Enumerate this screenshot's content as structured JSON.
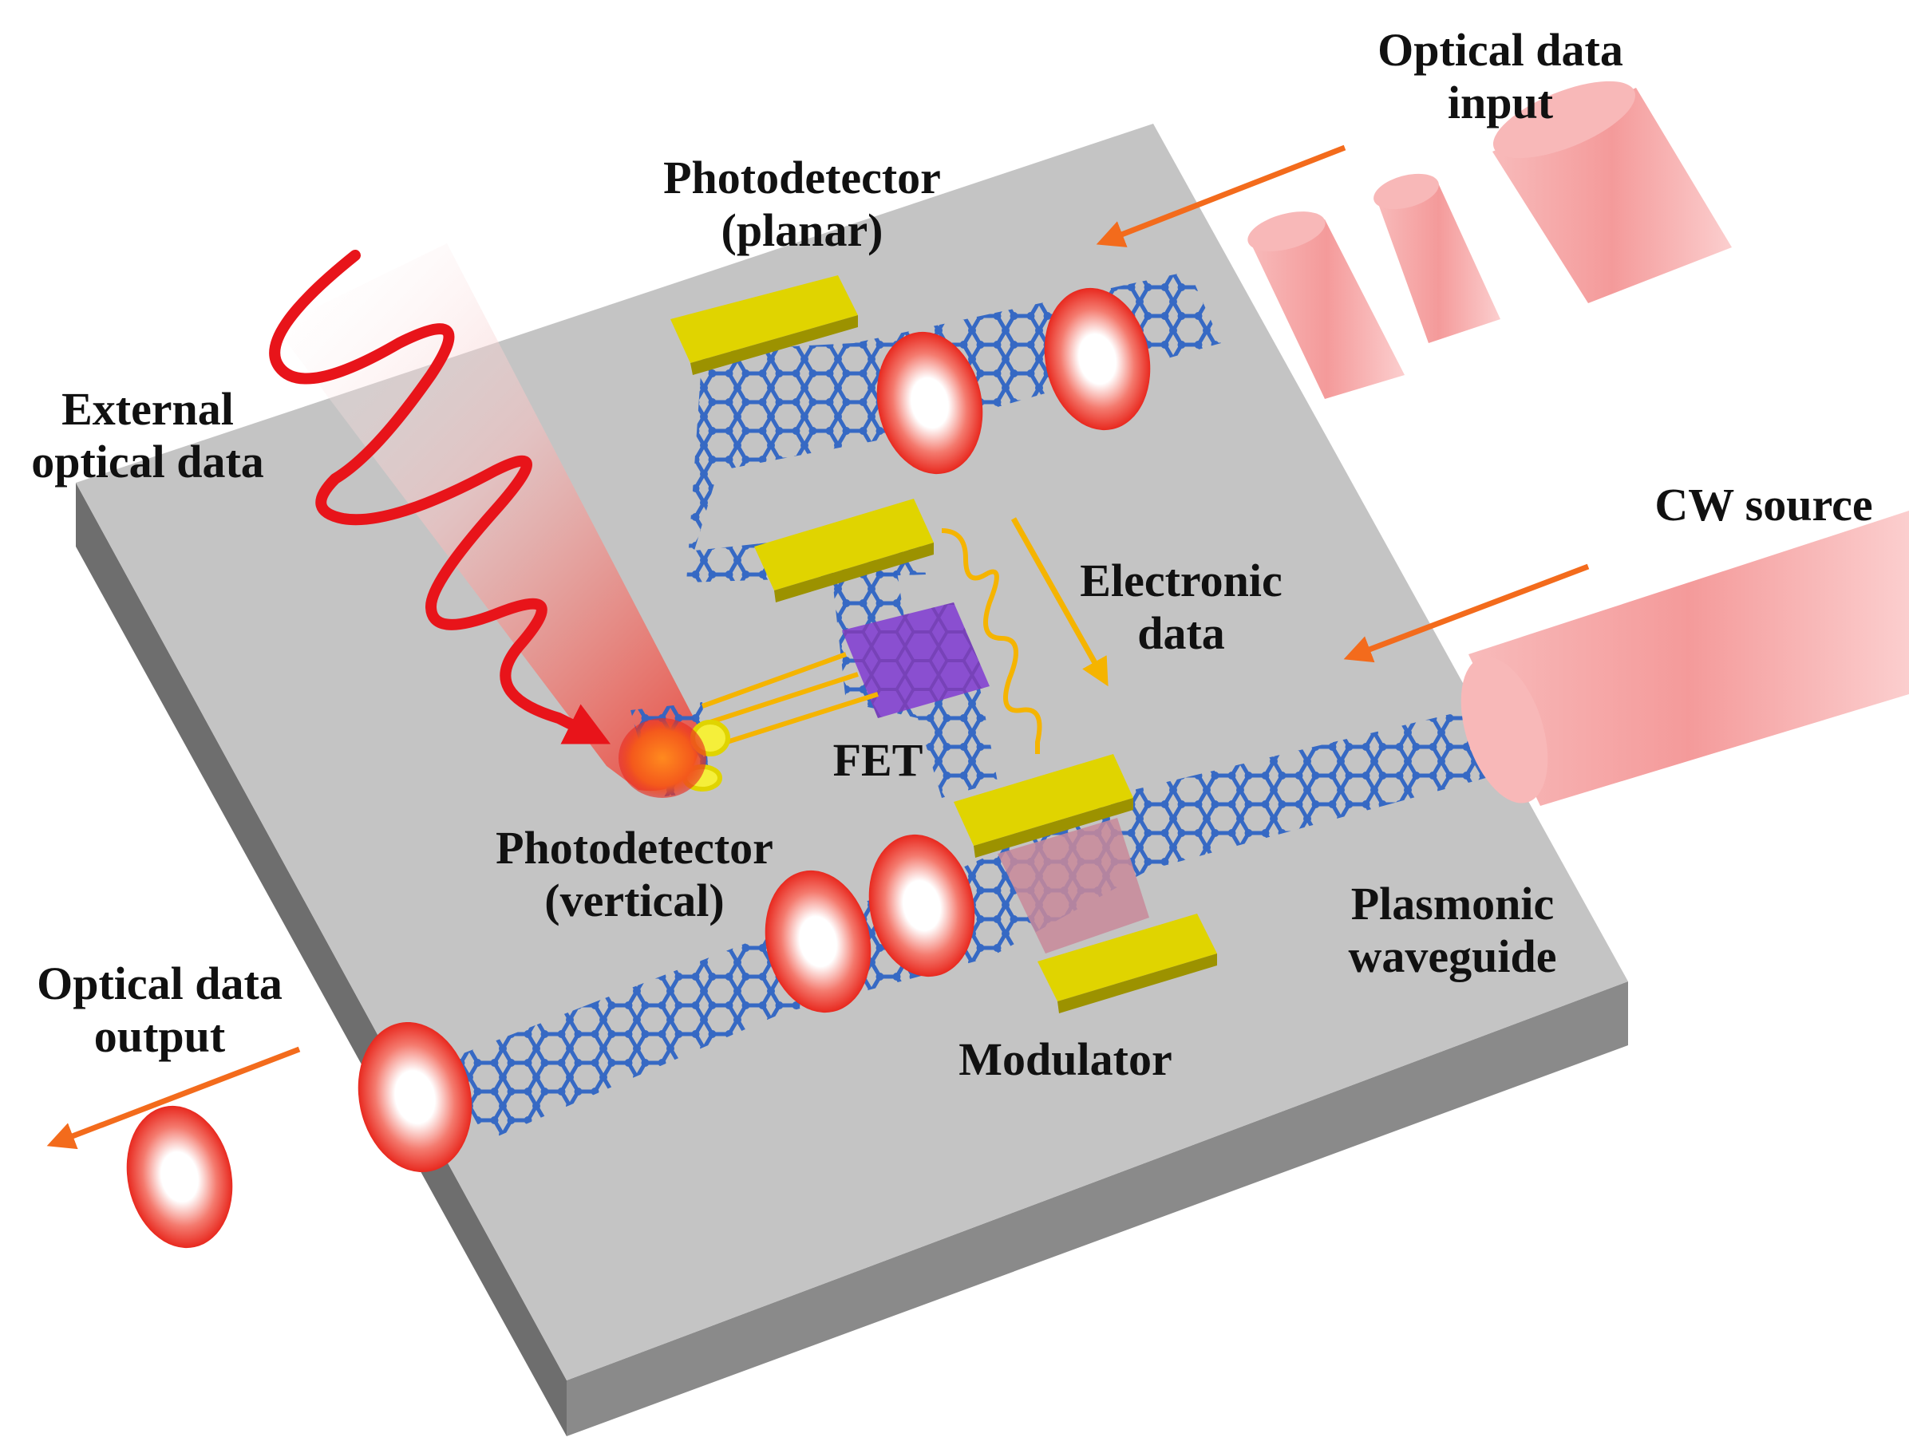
{
  "colors": {
    "background": "#ffffff",
    "chip_top": "#c4c4c4",
    "chip_side_left": "#6e6e6e",
    "chip_side_front": "#8a8a8a",
    "graphene": "#2f64c4",
    "electrode": "#e0d400",
    "arrow": "#f36b1c",
    "beam": "#f4a0a0",
    "wave": "#e8141a",
    "plasmon": "#e8291f",
    "fet": "#8a4fd0",
    "wire": "#f5b400",
    "modulator": "#c98a9a"
  },
  "icons": [
    "graphene-lattice-icon",
    "electrode-pad-icon",
    "light-beam-icon",
    "plasmon-spot-icon",
    "signal-arrow-icon",
    "wavy-light-icon"
  ],
  "labels": {
    "optical_input": {
      "line1": "Optical data",
      "line2": "input"
    },
    "photodetector_planar": {
      "line1": "Photodetector",
      "line2": "(planar)"
    },
    "external_optical": {
      "line1": "External",
      "line2": "optical data"
    },
    "cw_source": {
      "line1": "CW source"
    },
    "electronic_data": {
      "line1": "Electronic",
      "line2": "data"
    },
    "fet": {
      "line1": "FET"
    },
    "photodetector_vertical": {
      "line1": "Photodetector",
      "line2": "(vertical)"
    },
    "plasmonic_waveguide": {
      "line1": "Plasmonic",
      "line2": "waveguide"
    },
    "optical_output": {
      "line1": "Optical data",
      "line2": "output"
    },
    "modulator": {
      "line1": "Modulator"
    }
  }
}
